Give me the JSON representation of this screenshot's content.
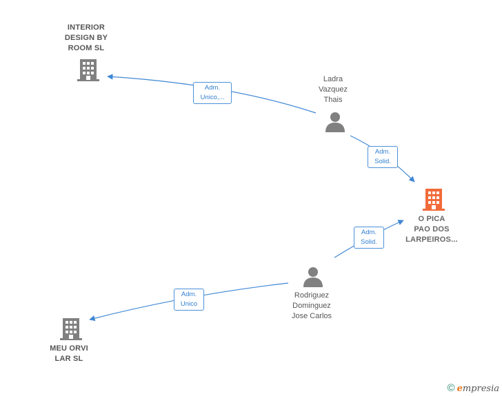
{
  "colors": {
    "edge": "#3f87d4",
    "building_default": "#808080",
    "building_focus": "#f26b3a",
    "person": "#808080"
  },
  "nodes": {
    "interior": {
      "label": "INTERIOR\nDESIGN BY\nROOM  SL",
      "icon": "building-icon"
    },
    "ladra": {
      "label": "Ladra\nVazquez\nThais",
      "icon": "person-icon"
    },
    "opica": {
      "label": "O PICA\nPAO DOS\nLARPEIROS...",
      "icon": "building-icon"
    },
    "rodriguez": {
      "label": "Rodriguez\nDominguez\nJose Carlos",
      "icon": "person-icon"
    },
    "meuorvi": {
      "label": "MEU ORVI\nLAR SL",
      "icon": "building-icon"
    }
  },
  "edges": {
    "ladra_interior": "Adm.\nUnico,...",
    "ladra_opica": "Adm.\nSolid.",
    "rodriguez_opica": "Adm.\nSolid.",
    "rodriguez_meuorvi": "Adm.\nUnico"
  },
  "brand": {
    "copyright": "©",
    "e": "e",
    "rest": "mpresia"
  }
}
